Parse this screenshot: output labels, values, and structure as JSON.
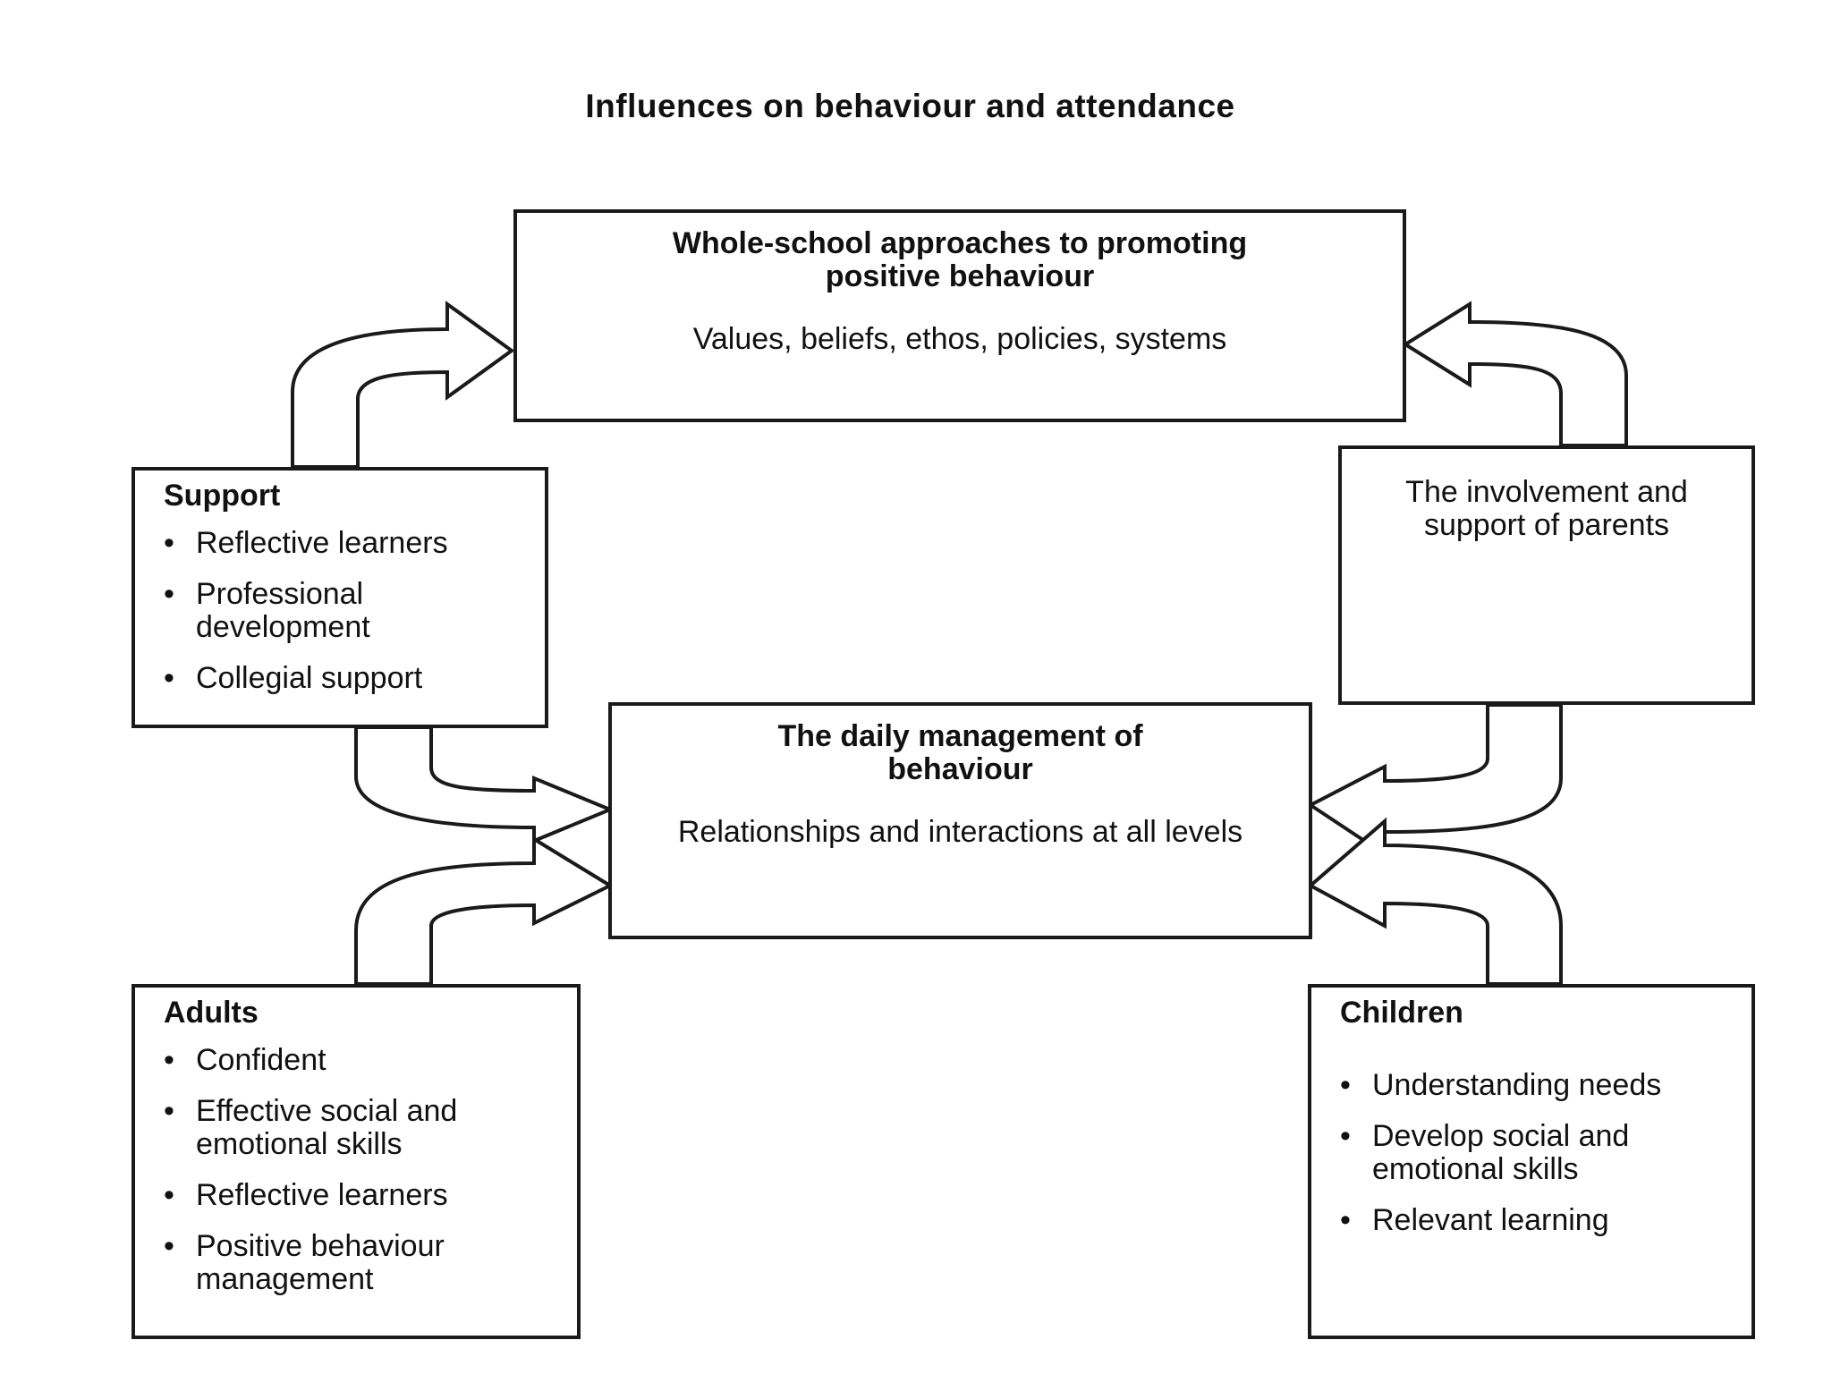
{
  "title": "Influences on behaviour and attendance",
  "whole_school": {
    "heading": "Whole-school approaches to promoting positive behaviour",
    "subtext": "Values, beliefs, ethos, policies, systems"
  },
  "support": {
    "heading": "Support",
    "items": [
      "Reflective learners",
      "Professional development",
      "Collegial support"
    ]
  },
  "parents": {
    "text": "The involvement and support of parents"
  },
  "daily_management": {
    "heading": "The daily management of behaviour",
    "subtext": "Relationships and interactions at all levels"
  },
  "adults": {
    "heading": "Adults",
    "items": [
      "Confident",
      "Effective social and emotional skills",
      "Reflective learners",
      "Positive behaviour management"
    ]
  },
  "children": {
    "heading": "Children",
    "items": [
      "Understanding needs",
      "Develop social and emotional skills",
      "Relevant learning"
    ]
  },
  "bullet_glyph": "•",
  "colors": {
    "line": "#1a1a1a",
    "background": "#ffffff"
  }
}
